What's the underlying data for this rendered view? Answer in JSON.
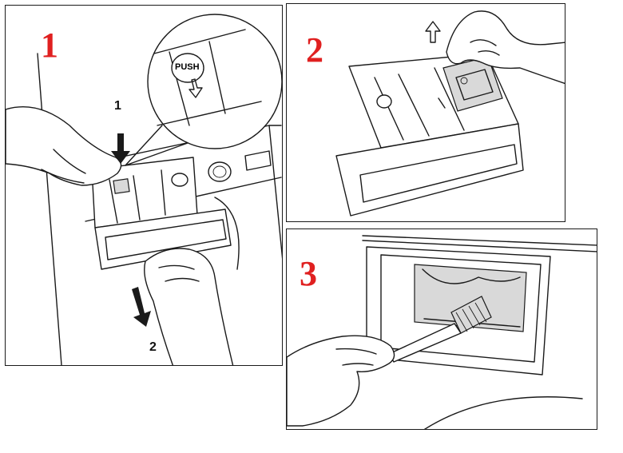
{
  "steps": [
    {
      "number": "1",
      "callouts": [
        "1",
        "2"
      ],
      "push_label": "PUSH"
    },
    {
      "number": "2"
    },
    {
      "number": "3"
    }
  ],
  "colors": {
    "step_number": "#e02020",
    "line": "#1a1a1a",
    "background": "#ffffff"
  }
}
